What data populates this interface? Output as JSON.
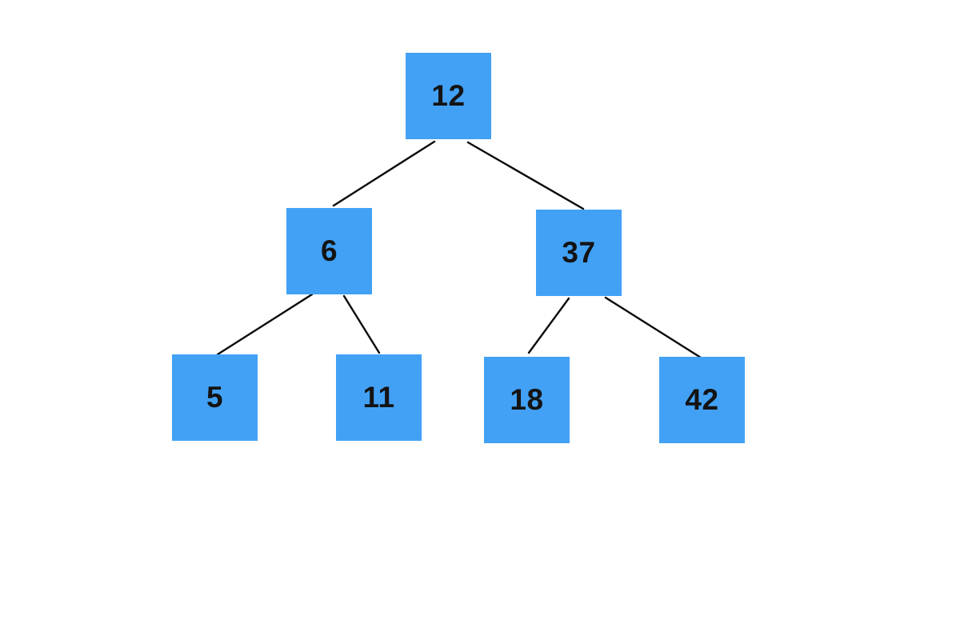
{
  "diagram": {
    "type": "binary-tree",
    "colors": {
      "background": "#ffffff",
      "node_fill": "#42a1f5",
      "edge_stroke": "#0b0b0b",
      "label_text": "#141414"
    },
    "nodes": [
      {
        "id": "root",
        "value": "12",
        "level": 0
      },
      {
        "id": "left",
        "value": "6",
        "level": 1
      },
      {
        "id": "right",
        "value": "37",
        "level": 1
      },
      {
        "id": "left-left",
        "value": "5",
        "level": 2
      },
      {
        "id": "left-right",
        "value": "11",
        "level": 2
      },
      {
        "id": "right-left",
        "value": "18",
        "level": 2
      },
      {
        "id": "right-right",
        "value": "42",
        "level": 2
      }
    ],
    "edges": [
      {
        "from": "12",
        "to": "6"
      },
      {
        "from": "12",
        "to": "37"
      },
      {
        "from": "6",
        "to": "5"
      },
      {
        "from": "6",
        "to": "11"
      },
      {
        "from": "37",
        "to": "18"
      },
      {
        "from": "37",
        "to": "42"
      }
    ]
  }
}
